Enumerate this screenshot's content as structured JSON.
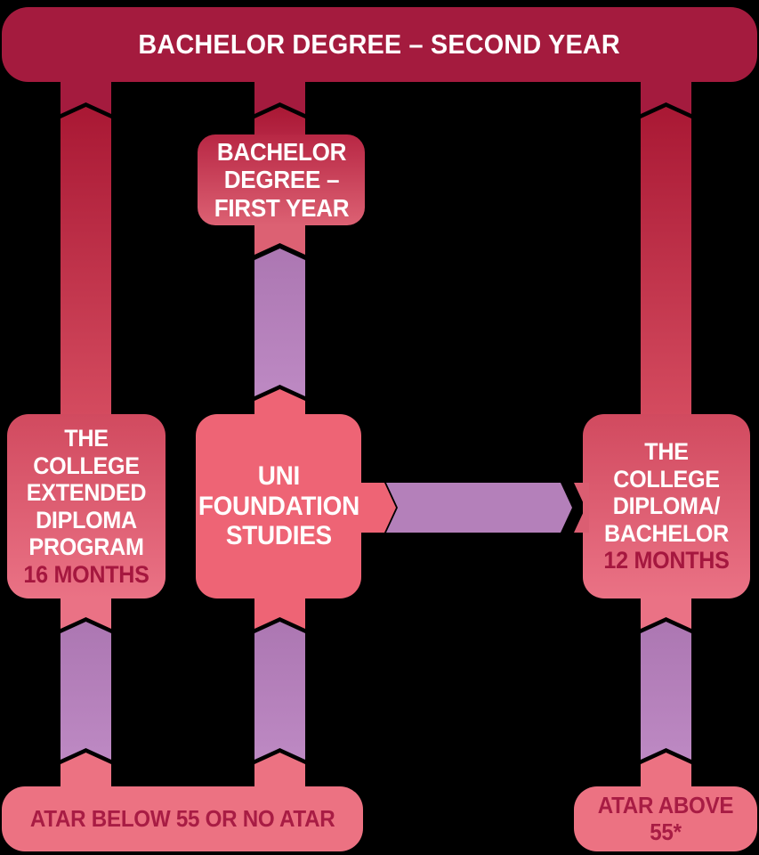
{
  "colors": {
    "background": "#000000",
    "banner": "#A41B3E",
    "red_band_top": "#A91834",
    "red_band_bottom": "#D44B5F",
    "box_gradient_top": "#D14A5F",
    "box_gradient_bottom": "#EA7285",
    "first_year_top": "#B82744",
    "first_year_bottom": "#DC6173",
    "uni_box": "#EE6475",
    "purple": "#B480BA",
    "bottom_box": "#EC7282",
    "text_white": "#FFFFFF",
    "text_crimson": "#A81C44",
    "months_crimson": "#A5173F"
  },
  "banner": {
    "label": "BACHELOR DEGREE – SECOND YEAR"
  },
  "nodes": {
    "first_year": {
      "lines": [
        "BACHELOR",
        "DEGREE –",
        "FIRST YEAR"
      ]
    },
    "extended": {
      "lines": [
        "THE COLLEGE",
        "EXTENDED",
        "DIPLOMA",
        "PROGRAM"
      ],
      "duration": "16 MONTHS"
    },
    "uni_foundation": {
      "lines": [
        "UNI",
        "FOUNDATION",
        "STUDIES"
      ]
    },
    "diploma_bachelor": {
      "lines": [
        "THE COLLEGE",
        "DIPLOMA/",
        "BACHELOR"
      ],
      "duration": "12 MONTHS"
    },
    "atar_below": {
      "label": "ATAR BELOW 55 OR NO ATAR"
    },
    "atar_above": {
      "label": "ATAR ABOVE 55*"
    }
  },
  "arrows": [
    {
      "id": "extended-to-second-year",
      "direction": "up",
      "style": "red-gradient"
    },
    {
      "id": "first-year-to-second-year",
      "direction": "up",
      "style": "red-gradient"
    },
    {
      "id": "diploma-bachelor-to-second-year",
      "direction": "up",
      "style": "red-gradient"
    },
    {
      "id": "foundation-to-first-year",
      "direction": "up",
      "style": "purple"
    },
    {
      "id": "foundation-to-diploma-bachelor",
      "direction": "right",
      "style": "purple"
    },
    {
      "id": "atar-below-to-extended",
      "direction": "up",
      "style": "purple"
    },
    {
      "id": "atar-below-to-foundation",
      "direction": "up",
      "style": "purple"
    },
    {
      "id": "atar-above-to-diploma-bachelor",
      "direction": "up",
      "style": "purple"
    }
  ]
}
